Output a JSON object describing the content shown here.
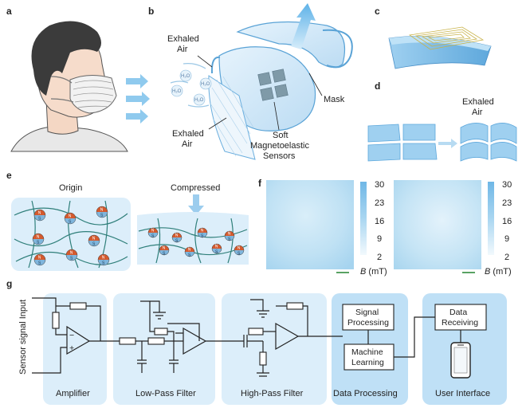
{
  "panels": {
    "a": {
      "letter": "a"
    },
    "b": {
      "letter": "b",
      "exhaled_air_top": "Exhaled\nAir",
      "exhaled_air_bottom": "Exhaled\nAir",
      "mask": "Mask",
      "sensors": "Soft\nMagnetoelastic\nSensors",
      "molecule": "H₂O"
    },
    "c": {
      "letter": "c"
    },
    "d": {
      "letter": "d",
      "exhaled_air": "Exhaled\nAir"
    },
    "e": {
      "letter": "e",
      "origin": "Origin",
      "compressed": "Compressed",
      "magnet_n": "N",
      "magnet_s": "S"
    },
    "f": {
      "letter": "f",
      "colorbar_ticks": [
        "30",
        "23",
        "16",
        "9",
        "2"
      ],
      "colorbar_label_italic": "B",
      "colorbar_label_unit": " (mT)"
    },
    "g": {
      "letter": "g",
      "input_label": "Sensor signal Input",
      "stages": [
        "Amplifier",
        "Low-Pass Filter",
        "High-Pass Filter",
        "Data Processing",
        "User Interface"
      ],
      "blocks": {
        "signal_processing": "Signal\nProcessing",
        "machine_learning": "Machine\nLearning",
        "data_receiving": "Data\nReceiving"
      },
      "opamp_minus": "−",
      "opamp_plus": "+"
    }
  },
  "colors": {
    "panel_bg": "#dceefa",
    "dark_panel_bg": "#bfe0f6",
    "map_light": "#e6f3fb",
    "map_mid": "#b8dcf1",
    "magnet": "#d45a2e",
    "fiber": "#2f7f7a",
    "mask": "#cfe6f7",
    "mask_edge": "#5aa3d6"
  }
}
